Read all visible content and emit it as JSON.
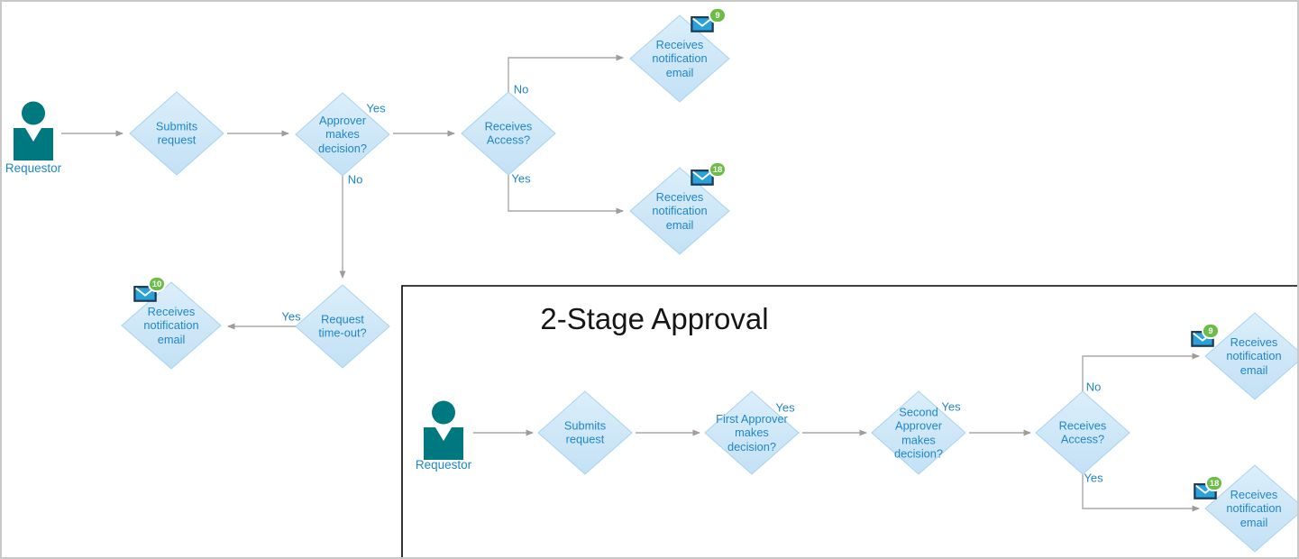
{
  "stage1": {
    "requestor": "Requestor",
    "submits": "Submits request",
    "approver": "Approver makes decision?",
    "access": "Receives Access?",
    "notify_no": "Receives notification email",
    "notify_yes": "Receives notification email",
    "timeout": "Request time-out?",
    "notify_timeout": "Receives notification email",
    "label_approver_yes": "Yes",
    "label_approver_no": "No",
    "label_access_no": "No",
    "label_access_yes": "Yes",
    "label_timeout_yes": "Yes",
    "badge_notify_no": "9",
    "badge_notify_yes": "18",
    "badge_notify_timeout": "10"
  },
  "stage2": {
    "title": "2-Stage Approval",
    "requestor": "Requestor",
    "submits": "Submits request",
    "first_approver": "First Approver makes decision?",
    "second_approver": "Second Approver makes decision?",
    "access": "Receives Access?",
    "notify_no": "Receives notification email",
    "notify_yes": "Receives notification email",
    "label_first_yes": "Yes",
    "label_second_yes": "Yes",
    "label_access_no": "No",
    "label_access_yes": "Yes",
    "badge_notify_no": "9",
    "badge_notify_yes": "18"
  },
  "colors": {
    "node_fill_top": "#dbeefa",
    "node_fill_bottom": "#c3e1f5",
    "node_border": "#a7d3ef",
    "node_text": "#1e86cb",
    "person": "#00787f",
    "badge_green": "#6cbd45",
    "envelope_blue": "#2ba1dc",
    "envelope_border": "#1c3a54",
    "arrow_gray": "#a8a8a8",
    "frame_border": "#000000"
  }
}
